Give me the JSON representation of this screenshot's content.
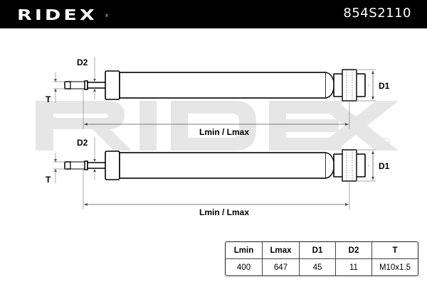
{
  "header": {
    "brand": "RIDEX",
    "brand_mark": "®",
    "part_number": "854S2110",
    "background": "#000000",
    "text_color": "#ffffff"
  },
  "watermark": {
    "text": "RIDEX",
    "mark": "®",
    "color": "#e6e6e6"
  },
  "diagrams": [
    {
      "label_d2": "D2",
      "label_t": "T",
      "label_d1": "D1",
      "label_length": "Lmin / Lmax"
    },
    {
      "label_d2": "D2",
      "label_t": "T",
      "label_d1": "D1",
      "label_length": "Lmin / Lmax"
    }
  ],
  "spec_table": {
    "headers": [
      "Lmin",
      "Lmax",
      "D1",
      "D2",
      "T"
    ],
    "rows": [
      [
        "400",
        "647",
        "45",
        "11",
        "M10x1.5"
      ]
    ]
  }
}
